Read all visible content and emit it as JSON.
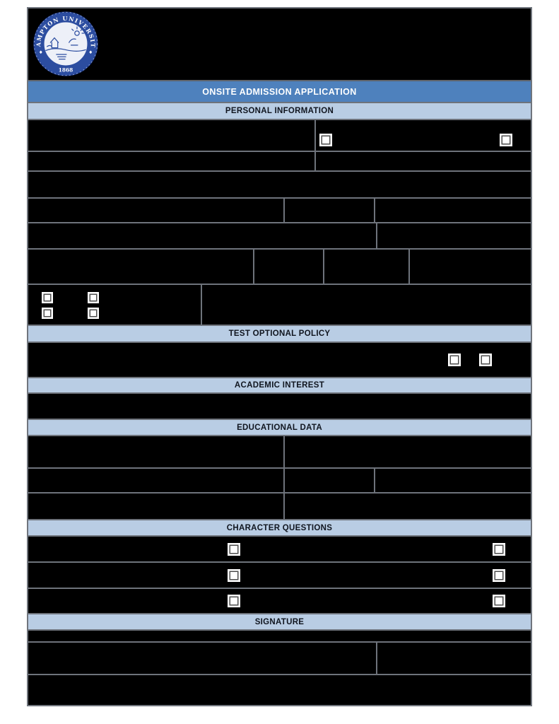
{
  "document": {
    "title": "ONSITE ADMISSION APPLICATION",
    "sections": {
      "personal": "PERSONAL INFORMATION",
      "test_optional": "TEST OPTIONAL POLICY",
      "academic": "ACADEMIC INTEREST",
      "educational": "EDUCATIONAL DATA",
      "character": "CHARACTER QUESTIONS",
      "signature": "SIGNATURE"
    }
  },
  "seal": {
    "ring_text": "HAMPTON UNIVERSITY",
    "year": "1868"
  },
  "colors": {
    "title_bar": "#4e81bd",
    "title_text": "#ffffff",
    "section_bar": "#b9cde4",
    "section_text": "#10151f",
    "field_bg": "#000000",
    "grid_line": "#6e737b",
    "seal_blue": "#2c4da0",
    "checkbox_fill": "#ffffff",
    "page_bg": "#ffffff"
  }
}
